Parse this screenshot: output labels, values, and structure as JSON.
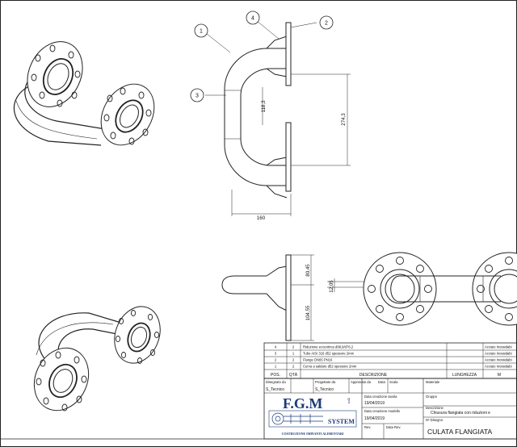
{
  "balloons": [
    {
      "id": "b1",
      "label": "1"
    },
    {
      "id": "b2",
      "label": "2"
    },
    {
      "id": "b3",
      "label": "3"
    },
    {
      "id": "b4",
      "label": "4"
    }
  ],
  "dimensions": {
    "width_front": "160",
    "height_inner": "118,3",
    "height_total": "274,3",
    "top_side": "80,45",
    "bottom_side": "104,55",
    "offset_plan": "12,05"
  },
  "bom": {
    "headers": {
      "pos": "POS.",
      "qty": "QTÀ",
      "desc": "DESCRIZIONE",
      "length": "LUNGHEZZA",
      "material": "M"
    },
    "rows": [
      {
        "pos": "4",
        "qty": "2",
        "desc": "Riduzione eccentrica d88,9/d76,2",
        "material": "Acciaio Inossidabi"
      },
      {
        "pos": "3",
        "qty": "1",
        "desc": "Tubo AISI 316 d52 spessore 2mm",
        "material": "Acciaio Inossidabi"
      },
      {
        "pos": "2",
        "qty": "2",
        "desc": "Flange DN65 PN16",
        "material": "Acciaio Inossidabi"
      },
      {
        "pos": "1",
        "qty": "2",
        "desc": "Curva a saldare d52 spessore 2mm",
        "material": "Acciaio Inossidabi"
      }
    ]
  },
  "title_block": {
    "drawn_by_label": "Disegnato da",
    "drawn_by": "S_Tecnico",
    "designed_by_label": "Progettato da",
    "designed_by": "S_Tecnico",
    "approved_label": "Approvato da",
    "date_label": "Data",
    "scale_label": "Scala",
    "material_label": "Materiale",
    "sheet_date_label": "Data creazione tavola",
    "sheet_date": "19/04/2019",
    "model_date_label": "Data creazione modello",
    "model_date": "19/04/2019",
    "rev_label": "Rev.",
    "rev_date_label": "Data Rev.",
    "group_label": "Gruppo",
    "description_label": "Descrizione",
    "description": "Chiusura flangiata con riduzioni e",
    "drawing_no_label": "Nº Disegno",
    "title": "CULATA FLANGIATA"
  },
  "logo": {
    "name": "F.G.M",
    "suffix": "s.r.l.",
    "system": "SYSTEM",
    "tagline": "COSTRUZIONE IMPIANTI ALIMENTARI",
    "color": "#1c3a78"
  }
}
